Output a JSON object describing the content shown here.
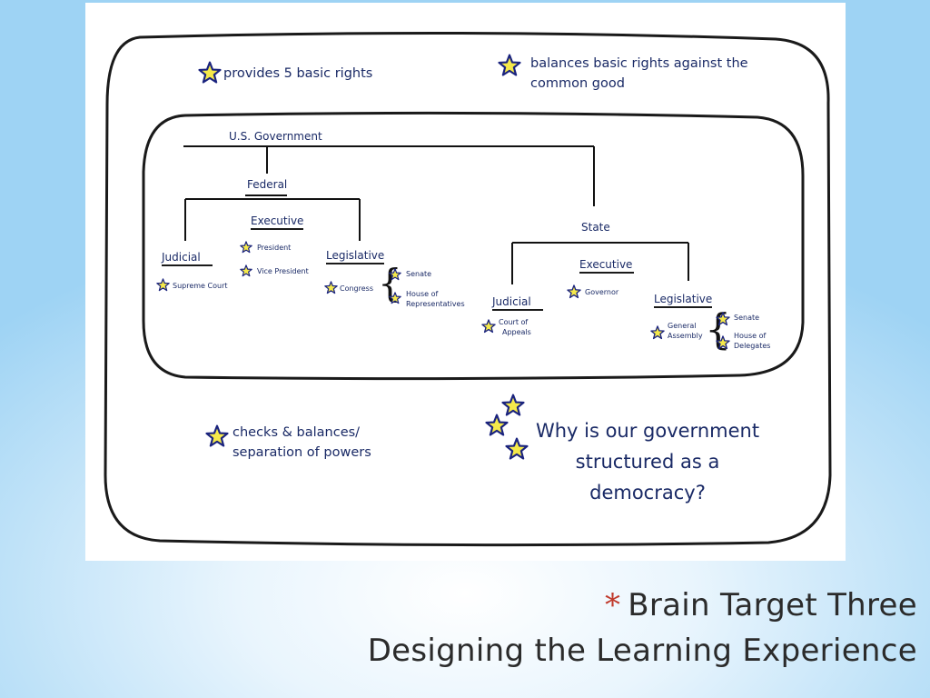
{
  "slide": {
    "bullet": "*",
    "title_line1": "Brain Target Three",
    "title_line2": "Designing the Learning Experience"
  },
  "diagram": {
    "notes": {
      "rights": "provides 5 basic rights",
      "balances_1": "balances basic rights against the",
      "balances_2": "common good",
      "checks_1": "checks & balances/",
      "checks_2": "separation of powers",
      "question_1": "Why is our government",
      "question_2": "structured as a",
      "question_3": "democracy?"
    },
    "tree": {
      "root": "U.S. Government",
      "federal": {
        "label": "Federal",
        "executive": "Executive",
        "president": "President",
        "vice_president": "Vice President",
        "judicial": "Judicial",
        "supreme_court": "Supreme Court",
        "legislative": "Legislative",
        "congress": "Congress",
        "senate": "Senate",
        "house_1": "House of",
        "house_2": "Representatives"
      },
      "state": {
        "label": "State",
        "executive": "Executive",
        "governor": "Governor",
        "judicial": "Judicial",
        "court_1": "Court of",
        "court_2": "Appeals",
        "legislative": "Legislative",
        "assembly_1": "General",
        "assembly_2": "Assembly",
        "senate": "Senate",
        "delegates_1": "House of",
        "delegates_2": "Delegates"
      }
    },
    "colors": {
      "star_fill": "#f5e94a",
      "star_stroke": "#1a237e",
      "text": "#1a2a66"
    }
  }
}
